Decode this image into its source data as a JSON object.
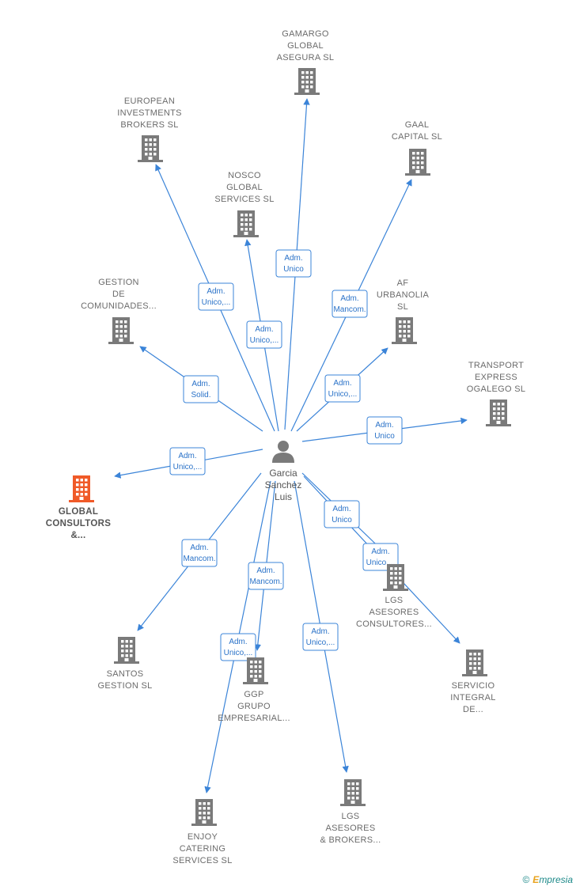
{
  "center": {
    "name_lines": [
      "Garcia",
      "Sanchez",
      "Luis"
    ],
    "icon": "person-icon"
  },
  "colors": {
    "edge": "#3b84d8",
    "building": "#7a7a7a",
    "highlight": "#f05a28",
    "label": "#6b6b6b"
  },
  "nodes": [
    {
      "id": "gamargo",
      "lines": [
        "GAMARGO",
        "GLOBAL",
        "ASEGURA  SL"
      ],
      "role_lines": [
        "Adm.",
        "Unico"
      ],
      "icon": "building-icon"
    },
    {
      "id": "european",
      "lines": [
        "EUROPEAN",
        "INVESTMENTS",
        "BROKERS  SL"
      ],
      "role_lines": [
        "Adm.",
        "Unico,..."
      ],
      "icon": "building-icon"
    },
    {
      "id": "gaal",
      "lines": [
        "GAAL",
        "CAPITAL  SL"
      ],
      "role_lines": [
        "Adm.",
        "Mancom."
      ],
      "icon": "building-icon"
    },
    {
      "id": "nosco",
      "lines": [
        "NOSCO",
        "GLOBAL",
        "SERVICES  SL"
      ],
      "role_lines": [
        "Adm.",
        "Unico,..."
      ],
      "icon": "building-icon"
    },
    {
      "id": "gestion",
      "lines": [
        "GESTION",
        "DE",
        "COMUNIDADES..."
      ],
      "role_lines": [
        "Adm.",
        "Solid."
      ],
      "icon": "building-icon"
    },
    {
      "id": "af",
      "lines": [
        "AF",
        "URBANOLIA",
        "SL"
      ],
      "role_lines": [
        "Adm.",
        "Unico,..."
      ],
      "icon": "building-icon"
    },
    {
      "id": "transport",
      "lines": [
        "TRANSPORT",
        "EXPRESS",
        "OGALEGO  SL"
      ],
      "role_lines": [
        "Adm.",
        "Unico"
      ],
      "icon": "building-icon"
    },
    {
      "id": "global",
      "lines": [
        "GLOBAL",
        "CONSULTORS",
        "&..."
      ],
      "role_lines": [
        "Adm.",
        "Unico,..."
      ],
      "icon": "building-icon",
      "highlight": true
    },
    {
      "id": "lgs_consultores",
      "lines": [
        "LGS",
        "ASESORES",
        "CONSULTORES..."
      ],
      "role_lines": [
        "Adm.",
        "Unico"
      ],
      "icon": "building-icon"
    },
    {
      "id": "servicio",
      "lines": [
        "SERVICIO",
        "INTEGRAL",
        "DE..."
      ],
      "role_lines": [
        "Adm.",
        "Unico,..."
      ],
      "icon": "building-icon"
    },
    {
      "id": "santos",
      "lines": [
        "SANTOS",
        "GESTION SL"
      ],
      "role_lines": [
        "Adm.",
        "Mancom."
      ],
      "icon": "building-icon"
    },
    {
      "id": "ggp",
      "lines": [
        "GGP",
        "GRUPO",
        "EMPRESARIAL..."
      ],
      "role_lines": [
        "Adm.",
        "Mancom."
      ],
      "icon": "building-icon"
    },
    {
      "id": "enjoy",
      "lines": [
        "ENJOY",
        "CATERING",
        "SERVICES SL"
      ],
      "role_lines": [
        "Adm.",
        "Unico,..."
      ],
      "icon": "building-icon"
    },
    {
      "id": "lgs_brokers",
      "lines": [
        "LGS",
        "ASESORES",
        "& BROKERS..."
      ],
      "role_lines": [
        "Adm.",
        "Unico,..."
      ],
      "icon": "building-icon"
    }
  ],
  "footer": {
    "copyright": "©",
    "brand_initial": "E",
    "brand_rest": "mpresia"
  }
}
